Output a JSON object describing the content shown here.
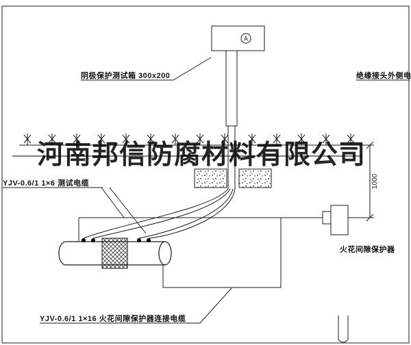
{
  "watermark": {
    "text": "河南邦信防腐材料有限公司"
  },
  "labels": {
    "test_box": "阴极保护测试箱 300x200",
    "outer_cable": "绝缘接头外侧电缆",
    "test_cable": "YJV-0.6/1  1×6  测试电缆",
    "spark_protector": "火花间隙保护器",
    "connect_cable": "YJV-0.6/1  1×16  火花间隙保护器连接电缆"
  },
  "dimension": {
    "value": "1000"
  },
  "meter": {
    "symbol": "A"
  },
  "colors": {
    "line": "#1a1a1a",
    "background": "#ffffff"
  }
}
